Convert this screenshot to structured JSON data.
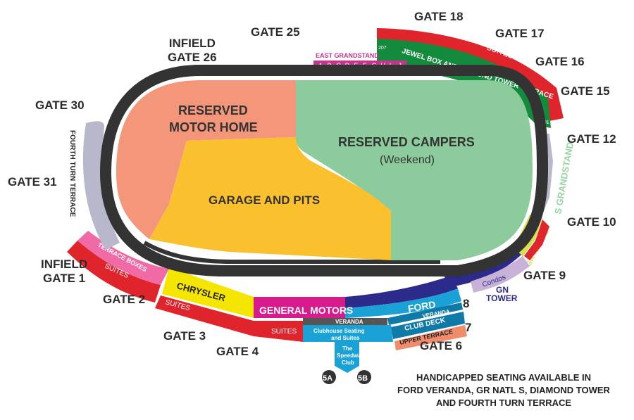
{
  "gates": {
    "gate_18": "GATE 18",
    "gate_17": "GATE 17",
    "gate_16": "GATE 16",
    "gate_15": "GATE 15",
    "gate_12": "GATE 12",
    "gate_10": "GATE 10",
    "gate_9": "GATE 9",
    "gate_8": "8",
    "gate_7": "7",
    "gate_6": "GATE 6",
    "gate_5a": "5A",
    "gate_5b": "5B",
    "gate_4": "GATE 4",
    "gate_3": "GATE 3",
    "gate_2": "GATE 2",
    "infield_gate_1_line1": "INFIELD",
    "infield_gate_1_line2": "GATE 1",
    "gate_31": "GATE 31",
    "gate_30": "GATE 30",
    "infield_gate_26_line1": "INFIELD",
    "infield_gate_26_line2": "GATE 26",
    "gate_25": "GATE 25"
  },
  "infield": {
    "reserved_motor_home_line1": "RESERVED",
    "reserved_motor_home_line2": "MOTOR HOME",
    "reserved_campers": "RESERVED CAMPERS",
    "reserved_campers_sub": "(Weekend)",
    "garage_and_pits": "GARAGE AND PITS"
  },
  "sections": {
    "east_grandstand": "EAST GRANDSTAND",
    "east_grandstand_rows": [
      "A",
      "B",
      "C",
      "D",
      "E",
      "F",
      "G",
      "H",
      "I",
      "J"
    ],
    "jewel_box": "JEWEL BOX AND DIAMOND TOWER TERRACE",
    "jewel_box_num_left": "207",
    "jewel_box_num_right": "101",
    "suites": "SUITES",
    "s_grandstand": "S GRANDSTAND",
    "gr_natl_s": "GR NATL S",
    "condos": "Condos",
    "gn_tower_line1": "GN",
    "gn_tower_line2": "TOWER",
    "ford": "FORD",
    "ford_veranda": "VERANDA",
    "club_deck": "CLUB DECK",
    "upper_terrace": "UPPER TERRACE",
    "general_motors": "GENERAL MOTORS",
    "gm_veranda": "VERANDA",
    "clubhouse_line1": "Clubhouse Seating",
    "clubhouse_line2": "and Suites",
    "speedway_club_line1": "The",
    "speedway_club_line2": "Speedway",
    "speedway_club_line3": "Club",
    "chrysler": "CHRYSLER",
    "terrace_boxes": "TERRACE BOXES",
    "fourth_turn_terrace": "FOURTH TURN TERRACE"
  },
  "notice": {
    "line1": "HANDICAPPED SEATING AVAILABLE IN",
    "line2": "FORD VERANDA, GR NATL S, DIAMOND TOWER",
    "line3": "AND FOURTH TURN TERRACE"
  },
  "colors": {
    "track": "#333333",
    "motor_home": "#f4967a",
    "campers": "#8ccc9c",
    "garage": "#fbc02d",
    "suites_red": "#e0242c",
    "jewel_box_green": "#138a3c",
    "grandstand_gray": "#b8b8cc",
    "terrace_pink": "#f06aa5",
    "chrysler_yellow": "#f5e600",
    "gm_magenta": "#d81b8c",
    "ford_blue": "#1aa2d6",
    "club_teal": "#0f79a8",
    "upper_terrace_salmon": "#f08c6c",
    "gn_tower_navy": "#2c2a8a",
    "condos_lilac": "#c8b2d8",
    "gr_natl_yellow": "#d7e04a",
    "s_grandstand_green": "#9ad3a4"
  }
}
